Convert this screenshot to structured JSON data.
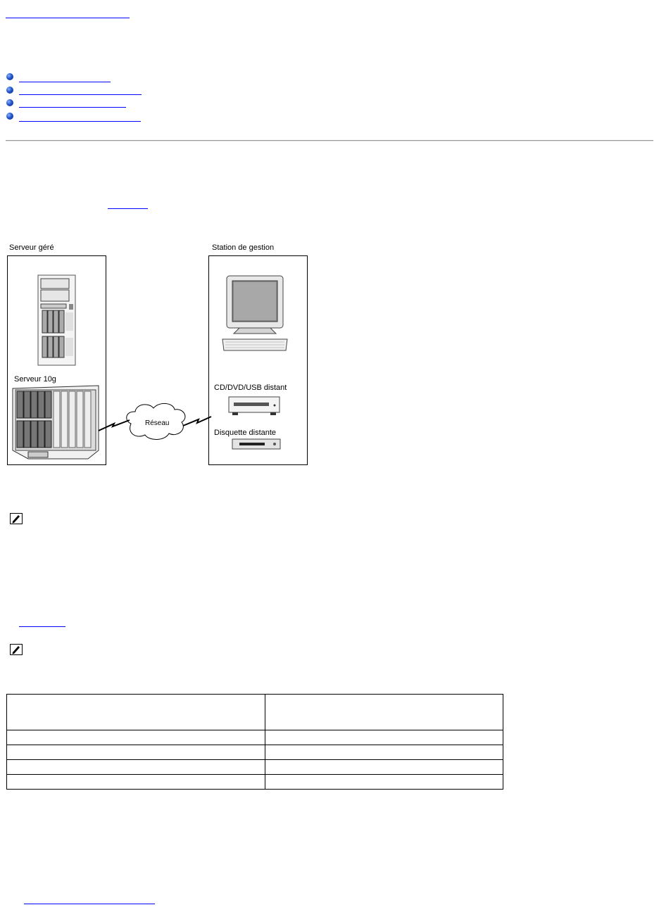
{
  "diagram": {
    "managed_server_label": "Serveur géré",
    "blade_server_label": "Serveur 10g",
    "network_label": "Réseau",
    "station_label": "Station de gestion",
    "remote_media_label": "CD/DVD/USB distant",
    "remote_floppy_label": "Disquette distante"
  },
  "colors": {
    "link": "#0000ff",
    "rule": "#9a9a9a",
    "border": "#000000"
  },
  "icons": {
    "bullets": "blue-sphere-bullet-icon",
    "note": "pencil-note-icon"
  }
}
